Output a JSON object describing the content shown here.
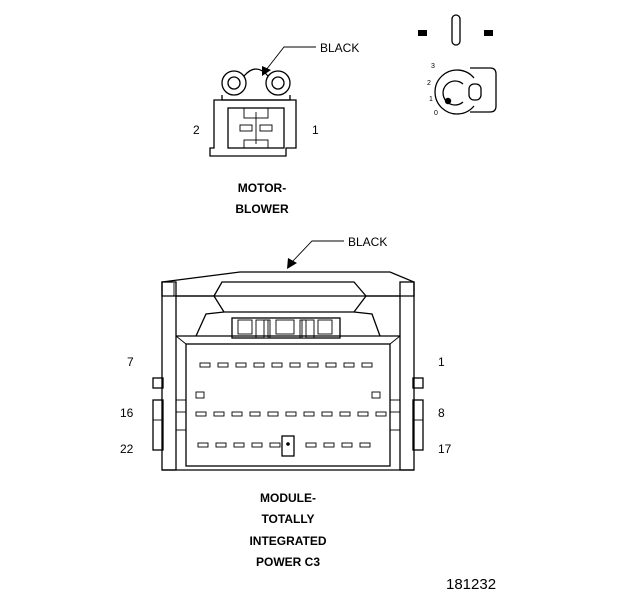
{
  "motor_blower": {
    "wire_color": "BLACK",
    "pin_left": "2",
    "pin_right": "1",
    "title_line1": "MOTOR-",
    "title_line2": "BLOWER"
  },
  "position_key": {
    "labels": [
      "3",
      "2",
      "1",
      "0"
    ]
  },
  "module": {
    "wire_color": "BLACK",
    "pins": {
      "row1_left": "7",
      "row1_right": "1",
      "row2_left": "16",
      "row2_right": "8",
      "row3_left": "22",
      "row3_right": "17"
    },
    "title_line1": "MODULE-",
    "title_line2": "TOTALLY",
    "title_line3": "INTEGRATED",
    "title_line4": "POWER C3"
  },
  "figure_number": "181232"
}
